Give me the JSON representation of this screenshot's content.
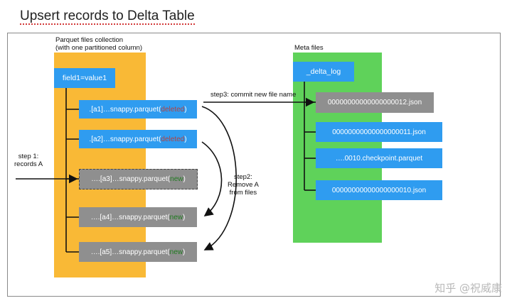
{
  "title": "Upsert records to Delta Table",
  "parquet_panel": {
    "label_line1": "Parquet files collection",
    "label_line2": "(with one partitioned column)",
    "partition": "field1=value1",
    "files": [
      {
        "prefix": ".[a1]…snappy.parquet(",
        "status": "deleted",
        "suffix": ")"
      },
      {
        "prefix": ".[a2]…snappy.parquet(",
        "status": "deleted",
        "suffix": ")"
      },
      {
        "prefix": "….[a3]…snappy.parquet(",
        "status": "new",
        "suffix": ")"
      },
      {
        "prefix": "….[a4]…snappy.parquet(",
        "status": "new",
        "suffix": ")"
      },
      {
        "prefix": "….[a5]…snappy.parquet(",
        "status": "new",
        "suffix": ")"
      }
    ]
  },
  "meta_panel": {
    "label": "Meta files",
    "log_dir": "_delta_log",
    "files": [
      "00000000000000000012.json",
      "00000000000000000011.json",
      "….0010.checkpoint.parquet",
      "00000000000000000010.json"
    ]
  },
  "steps": {
    "step1_line1": "step 1:",
    "step1_line2": "records A",
    "step2_line1": "step2:",
    "step2_line2": "Remove A",
    "step2_line3": "from files",
    "step3": "step3: commit new file name"
  },
  "watermark": "知乎 @祝威康",
  "colors": {
    "yellow_panel": "#f9b936",
    "green_panel": "#5fd25a",
    "blue_box": "#2f9cf0",
    "gray_box": "#8f8f8f",
    "deleted_text": "#b5423f",
    "new_text": "#1f7a1f"
  }
}
